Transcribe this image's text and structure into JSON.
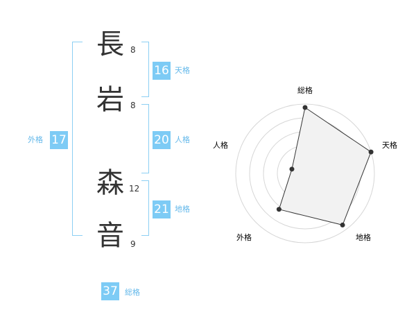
{
  "name": {
    "chars": [
      {
        "char": "長",
        "strokes": "8"
      },
      {
        "char": "岩",
        "strokes": "8"
      },
      {
        "char": "森",
        "strokes": "12"
      },
      {
        "char": "音",
        "strokes": "9"
      }
    ]
  },
  "fortune": {
    "ten": {
      "value": "16",
      "label": "天格"
    },
    "jin": {
      "value": "20",
      "label": "人格"
    },
    "chi": {
      "value": "21",
      "label": "地格"
    },
    "gai": {
      "value": "17",
      "label": "外格"
    },
    "sou": {
      "value": "37",
      "label": "総格"
    }
  },
  "colors": {
    "accent": "#7dcbf5",
    "label": "#63b8ea",
    "text": "#333333"
  },
  "chart_data": {
    "type": "radar",
    "axes": [
      "総格",
      "天格",
      "地格",
      "外格",
      "人格"
    ],
    "values": [
      0.95,
      1.0,
      0.92,
      0.64,
      0.2
    ],
    "rings": 5
  }
}
